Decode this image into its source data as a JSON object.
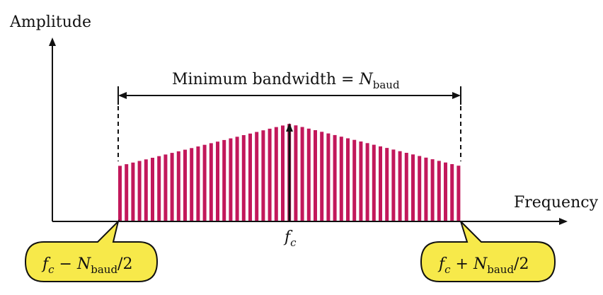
{
  "axes": {
    "y_label": "Amplitude",
    "x_label": "Frequency"
  },
  "bandwidth": {
    "label_prefix": "Minimum bandwidth = ",
    "label_var": "N",
    "label_sub": "baud"
  },
  "center": {
    "var": "f",
    "sub": "c"
  },
  "callouts": {
    "left": {
      "f": "f",
      "f_sub": "c",
      "op": " − ",
      "n": "N",
      "n_sub": "baud",
      "tail": "/2"
    },
    "right": {
      "f": "f",
      "f_sub": "c",
      "op": " + ",
      "n": "N",
      "n_sub": "baud",
      "tail": "/2"
    }
  },
  "colors": {
    "spectrum": "#c2185b",
    "callout_fill": "#f7e94a",
    "line": "#111111"
  }
}
